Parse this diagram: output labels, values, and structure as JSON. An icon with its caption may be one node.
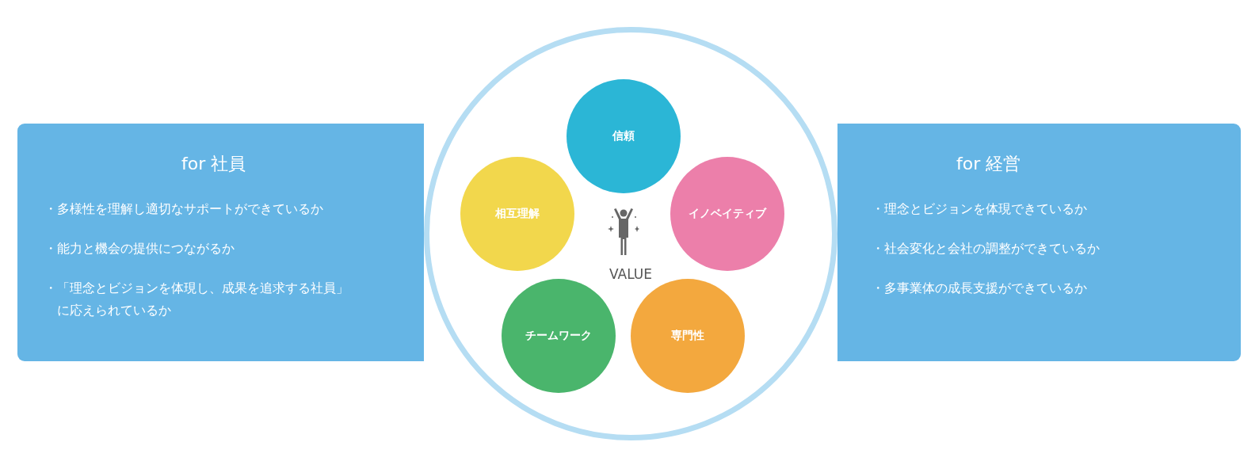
{
  "diagram": {
    "nodes": [
      {
        "text": [
          "for 社員",
          "・多様性を理解し適切なサポートができているか",
          "・能力と機会の提供につながるか",
          "・「理念とビジョンを体現し、成果を追求する社員」に応えられているか"
        ]
      },
      {
        "text": [
          "for 経営",
          "・理念とビジョンを体現できているか",
          "・社会変化と会社の調整ができているか",
          "・多事業体の成長支援ができているか"
        ]
      },
      {
        "text": [
          "VALUE"
        ]
      },
      {
        "text": [
          "信頼"
        ],
        "in": 2
      },
      {
        "text": [
          "相互理解"
        ],
        "in": 2
      },
      {
        "text": [
          "イノベイティブ"
        ],
        "in": 2
      },
      {
        "text": [
          "チームワーク"
        ],
        "in": 2
      },
      {
        "text": [
          "専門性"
        ],
        "in": 2
      }
    ],
    "edges": []
  }
}
